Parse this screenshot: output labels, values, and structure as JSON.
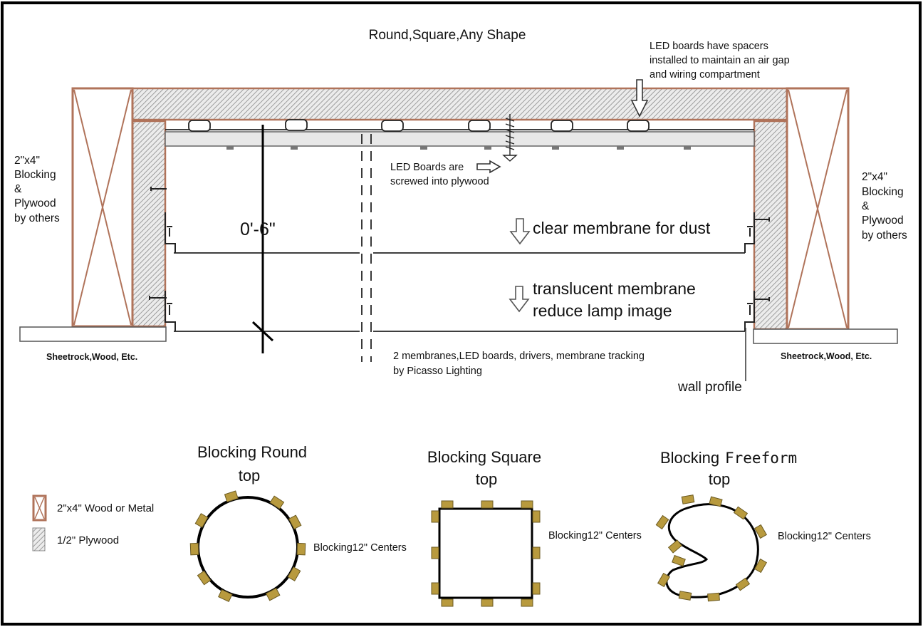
{
  "title": "Round,Square,Any Shape",
  "notes": {
    "spacers": [
      "LED boards have spacers",
      "installed to maintain an air gap",
      "and wiring compartment"
    ],
    "screwed": [
      "LED Boards are",
      "screwed into plywood"
    ],
    "clear_membrane": "clear membrane for dust",
    "translucent": [
      "translucent membrane",
      "reduce lamp image"
    ],
    "by_picasso": [
      "2 membranes,LED boards, drivers, membrane tracking",
      "by Picasso Lighting"
    ],
    "wall_profile": "wall profile",
    "dimension": "0'-6\""
  },
  "blocking_left": [
    "2\"x4\"",
    "Blocking",
    "&",
    "Plywood",
    "by others"
  ],
  "blocking_right": [
    "2\"x4\"",
    "Blocking",
    "&",
    "Plywood",
    "by others"
  ],
  "sheetrock_left": "Sheetrock,Wood, Etc.",
  "sheetrock_right": "Sheetrock,Wood, Etc.",
  "legend": {
    "wood": "2\"x4\" Wood or Metal",
    "plywood": "1/2\" Plywood"
  },
  "shapes": {
    "round": {
      "title": [
        "Blocking Round",
        "top"
      ],
      "centers": "Blocking12\" Centers"
    },
    "square": {
      "title": [
        "Blocking Square",
        "top"
      ],
      "centers": "Blocking12\" Centers"
    },
    "freeform": {
      "title_a": "Blocking",
      "title_b": "Freeform",
      "title_c": "top",
      "centers": "Blocking12\" Centers"
    }
  },
  "colors": {
    "wood_stroke": "#b0735a",
    "block_fill": "#b89a3e",
    "hatch": "#888888"
  }
}
